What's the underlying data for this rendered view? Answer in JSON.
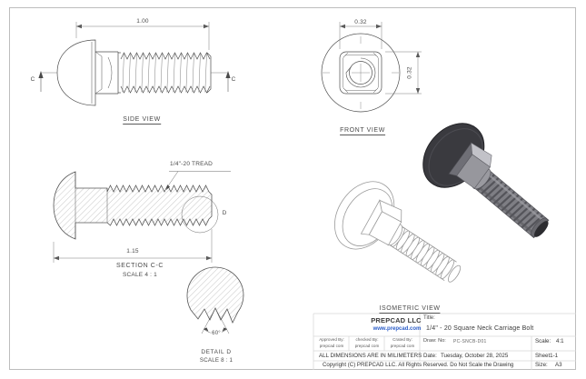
{
  "colors": {
    "line_dark": "#4e4e4e",
    "line_light": "#9a9a9a",
    "frame_gray": "#bdbdbd",
    "table_gray": "#d9d9d9",
    "link_blue": "#2b5dc8",
    "metal_dark": "#39393d",
    "metal_mid": "#7e7e84",
    "metal_light": "#c2c2c8"
  },
  "views": {
    "side": {
      "label": "SIDE VIEW",
      "length_dim": "1.00",
      "section_letter": "C"
    },
    "front": {
      "label": "FRONT VIEW",
      "width_dim": "0.32",
      "height_dim": "0.32"
    },
    "section_cc": {
      "label": "SECTION C-C",
      "scale_note": "SCALE 4 : 1",
      "thread_callout": "1/4\"-20 TREAD",
      "length_dim": "1.15",
      "detail_letter": "D"
    },
    "detail_d": {
      "label": "DETAIL D",
      "scale_note": "SCALE 8 : 1",
      "thread_angle": "60°"
    },
    "isometric": {
      "label": "ISOMETRIC VIEW"
    }
  },
  "title_block": {
    "company": "PREPCAD LLC",
    "website": "www.prepcad.com",
    "title_label": "Title:",
    "title": "1/4\" - 20 Square Neck Carriage Bolt",
    "approved_by_label": "Approved By:",
    "approved_by": "prepcad com",
    "checked_by_label": "checked By:",
    "checked_by": "prepcad com",
    "created_by_label": "Crated By:",
    "created_by": "prepcad com",
    "draw_no_label": "Draw: No:",
    "draw_no": "PC-SNCB-D01",
    "scale_label": "Scale:",
    "scale_value": "4:1",
    "dimensions_note": "ALL DIMENSIONS ARE IN MILIMETERS",
    "date_label": "Date:",
    "date_value": "Tuesday, October 28, 2025",
    "sheet_value": "Sheet1-1",
    "copyright": "Copyright (C)  PREPCAD LLC. All Rights Reserved. Do Not Scale the Drawing",
    "size_label": "Size:",
    "size_value": "A3"
  }
}
